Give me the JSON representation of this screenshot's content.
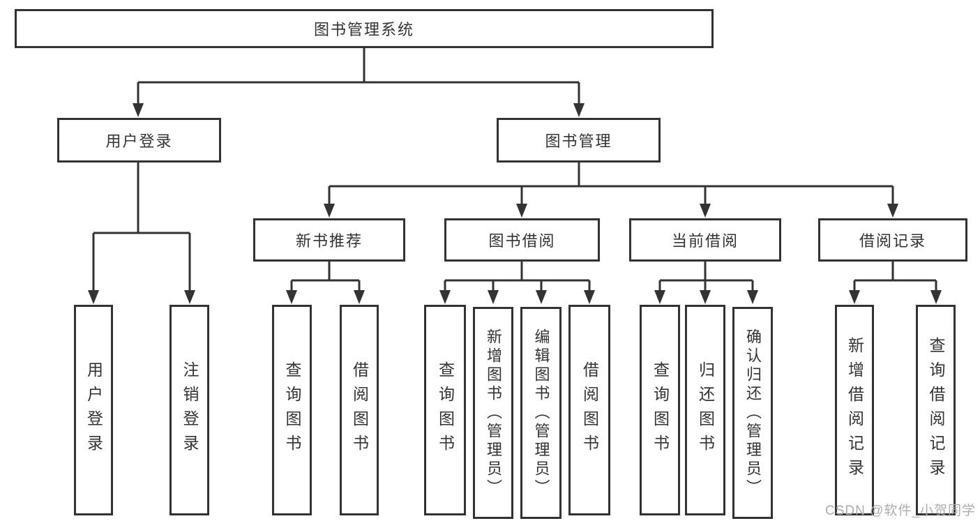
{
  "nodes": {
    "root": "图书管理系统",
    "level2": {
      "user_login": "用户登录",
      "book_management": "图书管理"
    },
    "level3": {
      "new_book_recommend": "新书推荐",
      "book_borrow": "图书借阅",
      "current_borrow": "当前借阅",
      "borrow_record": "借阅记录"
    },
    "leaves": {
      "user_login": "用户登录",
      "logout": "注销登录",
      "recommend_query_books": "查询图书",
      "recommend_borrow_books": "借阅图书",
      "borrow_query_books": "查询图书",
      "borrow_add_books_admin": "新增图书（管理员）",
      "borrow_edit_books_admin": "编辑图书（管理员）",
      "borrow_borrow_books": "借阅图书",
      "current_query_books": "查询图书",
      "current_return_books": "归还图书",
      "current_confirm_return_admin": "确认归还（管理员）",
      "record_add_record": "新增借阅记录",
      "record_query_record": "查询借阅记录"
    }
  },
  "watermark": {
    "text": "CSDN @软件_小贺同学",
    "color": "#b3aaad"
  },
  "colors": {
    "line": "#333333",
    "box_border": "#333333",
    "text": "#333333",
    "background": "#ffffff"
  }
}
